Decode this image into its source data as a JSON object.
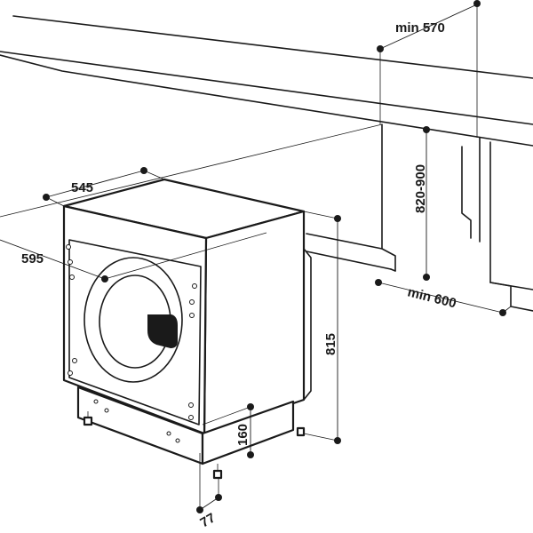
{
  "dimensions": {
    "min_width": "min 570",
    "height_range": "820-900",
    "min_depth": "min 600",
    "depth": "545",
    "width": "595",
    "machine_height": "815",
    "base_height": "160",
    "foot": "77"
  }
}
